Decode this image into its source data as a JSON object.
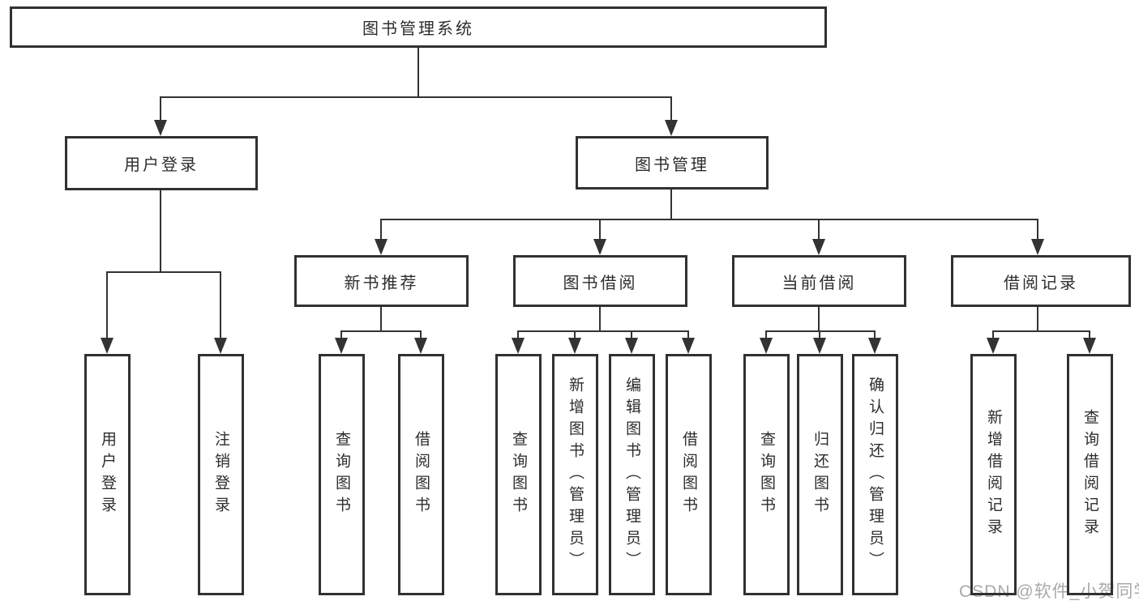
{
  "tree": {
    "root": {
      "label": "图书管理系统"
    },
    "branches": [
      {
        "label": "用户登录",
        "children": [
          {
            "label": "用户登录"
          },
          {
            "label": "注销登录"
          }
        ]
      },
      {
        "label": "图书管理",
        "sections": [
          {
            "label": "新书推荐",
            "children": [
              {
                "label": "查询图书"
              },
              {
                "label": "借阅图书"
              }
            ]
          },
          {
            "label": "图书借阅",
            "children": [
              {
                "label": "查询图书"
              },
              {
                "label": "新增图书（管理员）"
              },
              {
                "label": "编辑图书（管理员）"
              },
              {
                "label": "借阅图书"
              }
            ]
          },
          {
            "label": "当前借阅",
            "children": [
              {
                "label": "查询图书"
              },
              {
                "label": "归还图书"
              },
              {
                "label": "确认归还（管理员）"
              }
            ]
          },
          {
            "label": "借阅记录",
            "children": [
              {
                "label": "新增借阅记录"
              },
              {
                "label": "查询借阅记录"
              }
            ]
          }
        ]
      }
    ]
  },
  "watermark": {
    "text": "CSDN @软件_小贺同学"
  },
  "colors": {
    "line": "#333333",
    "text": "#2d2d2d",
    "box_background": "#ffffff",
    "watermark": "#a9a9a9"
  }
}
